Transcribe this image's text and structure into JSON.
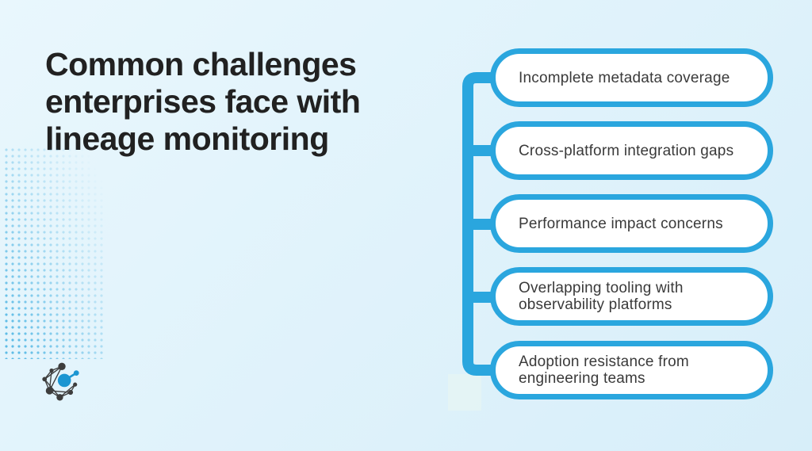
{
  "slide": {
    "title": "Common challenges\nenterprises face with\nlineage monitoring",
    "items": [
      {
        "label": "Incomplete metadata coverage"
      },
      {
        "label": "Cross-platform integration gaps"
      },
      {
        "label": "Performance impact concerns"
      },
      {
        "label": "Overlapping tooling with\nobservability platforms"
      },
      {
        "label": "Adoption resistance from\nengineering teams"
      }
    ],
    "logo_name": "network-graph-logo",
    "colors": {
      "accent_blue": "#2aa6de",
      "bg_start": "#e9f7fd",
      "bg_end": "#d7eef9",
      "title_text": "#212121",
      "item_text": "#3a3a3a",
      "box_fill": "#ffffff",
      "logo_dark": "#3d3d3d",
      "logo_blue": "#1b96d2"
    }
  }
}
